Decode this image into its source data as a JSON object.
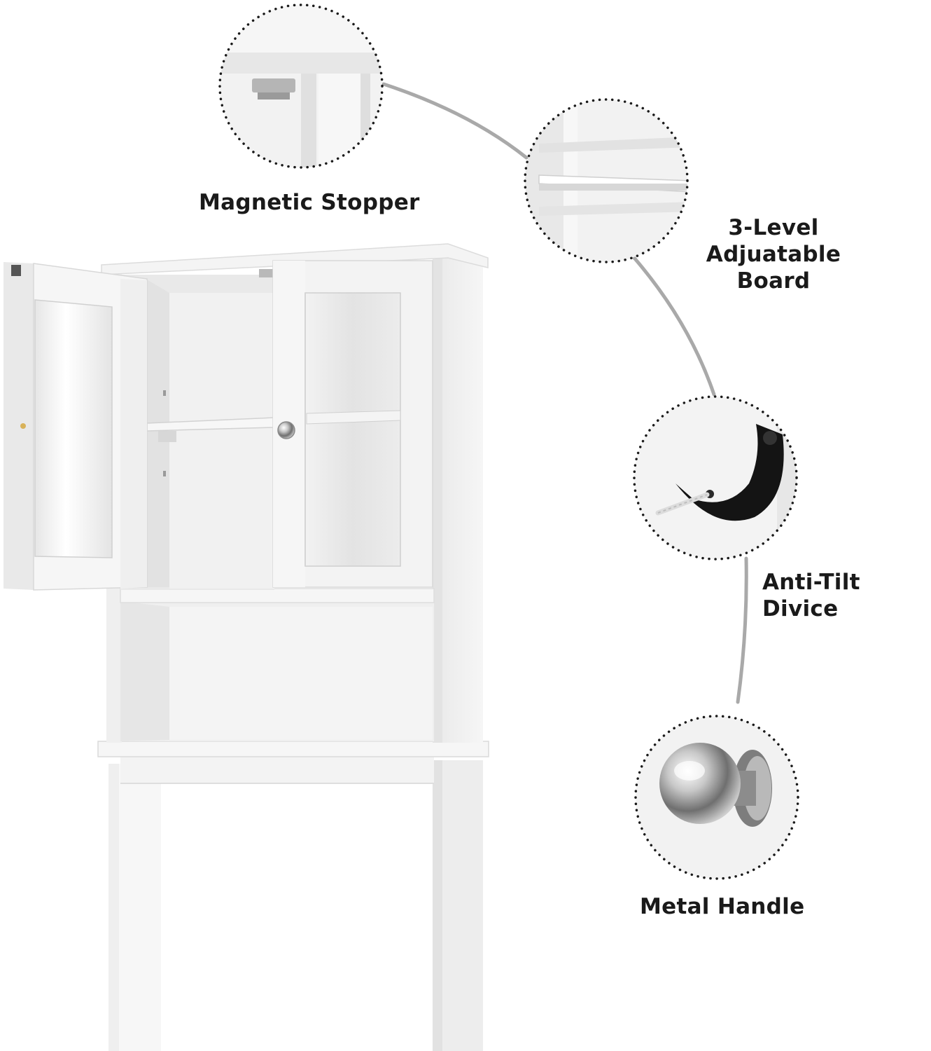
{
  "callouts": {
    "magnetic_stopper": "Magnetic Stopper",
    "board_line1": "3-Level",
    "board_line2": "Adjuatable Board",
    "anti_tilt": "Anti-Tilt Divice",
    "metal_handle": "Metal Handle"
  },
  "colors": {
    "cabinet": "#f1f1f1",
    "cabinet_shade": "#dcdcdc",
    "connector": "#a9a9a9",
    "dots": "#1a1a1a",
    "strap": "#111111",
    "knob": "#9a9a9a"
  }
}
